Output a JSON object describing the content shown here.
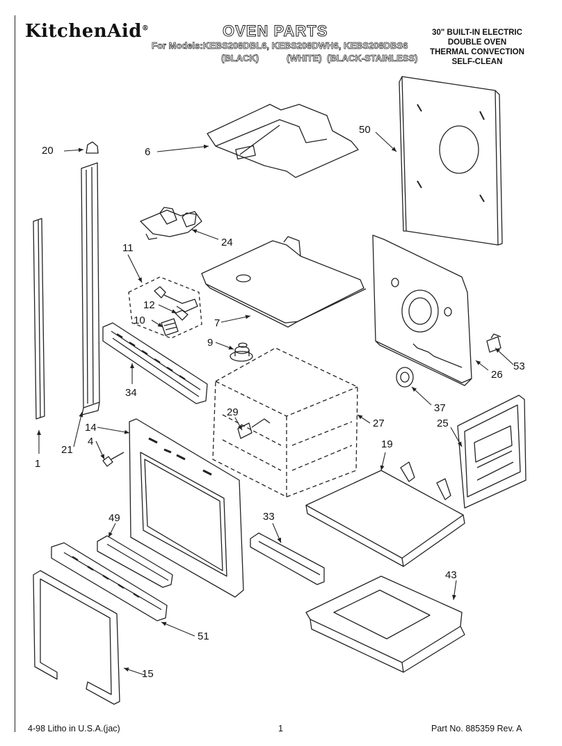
{
  "header": {
    "brand": "KitchenAid",
    "title": "OVEN PARTS",
    "models_line": "For Models:KEBS208DBL6, KEBS208DWH6, KEBS208DBS6",
    "color_black": "(BLACK)",
    "color_white": "(WHITE)",
    "color_stainless": "(BLACK-STAINLESS)",
    "description": [
      "30\" BUILT-IN ELECTRIC",
      "DOUBLE OVEN",
      "THERMAL CONVECTION",
      "SELF-CLEAN"
    ]
  },
  "callouts": [
    "20",
    "6",
    "50",
    "24",
    "11",
    "12",
    "10",
    "7",
    "9",
    "34",
    "53",
    "26",
    "37",
    "29",
    "27",
    "25",
    "14",
    "4",
    "21",
    "1",
    "19",
    "49",
    "33",
    "43",
    "51",
    "15"
  ],
  "footer": {
    "left": "4-98 Litho in U.S.A.(jac)",
    "center": "1",
    "right": "Part No. 885359 Rev. A"
  }
}
